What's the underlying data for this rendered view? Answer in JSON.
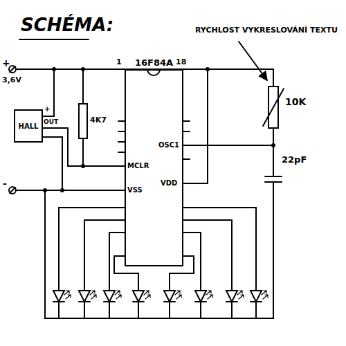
{
  "diagram": {
    "title": "SCHÉMA:",
    "nodes": [
      {
        "text": [
          "HALL"
        ]
      },
      {
        "text": [
          "16F84A"
        ]
      }
    ],
    "edges": [
      {
        "from": 0,
        "to": 1,
        "arrow": "none"
      }
    ],
    "labels": [
      "+",
      "3,6V",
      "-",
      "+",
      "OUT",
      "4K7",
      "1",
      "18",
      "MCLR",
      "VSS",
      "OSC1",
      "VDD",
      "RYCHLOST VYKRESLOVÁNÍ TEXTU",
      "10K",
      "22pF"
    ]
  }
}
